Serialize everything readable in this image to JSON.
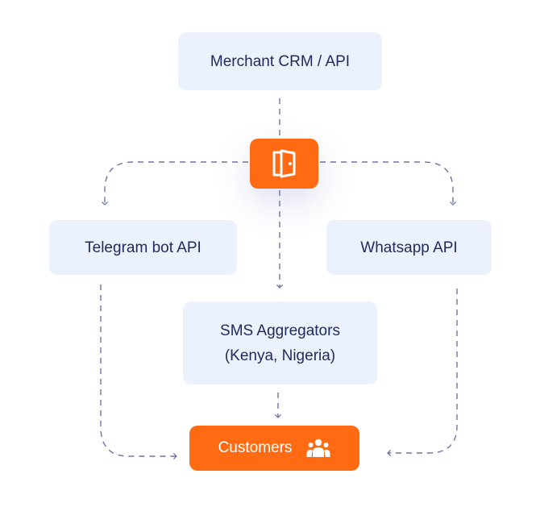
{
  "nodes": {
    "merchant": "Merchant CRM / API",
    "telegram": "Telegram bot API",
    "whatsapp": "Whatsapp API",
    "sms_line1": "SMS Aggregators",
    "sms_line2": "(Kenya, Nigeria)",
    "customers": "Customers"
  },
  "icons": {
    "gateway": "door-icon",
    "customers": "users-group-icon"
  },
  "colors": {
    "accent": "#ff6a13",
    "node_bg": "#ebf1fd",
    "node_text": "#1f2a5c",
    "connector": "#6b74a8"
  }
}
